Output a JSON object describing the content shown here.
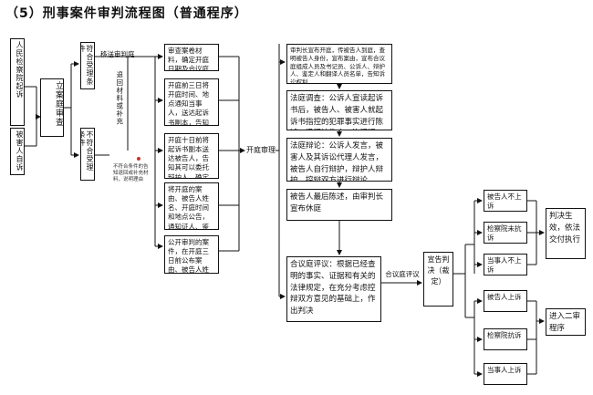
{
  "title": "（5）刑事案件审判流程图（普通程序）",
  "left": {
    "victim": "人民检察院起诉",
    "private": "被害人自诉",
    "case_filing": "立案庭审查"
  },
  "branch": {
    "accept": "符合受理条件",
    "reject": "不符合受理条件",
    "accept_note": "移送审判庭",
    "reject_note": "退回材料或补充",
    "small_note": "不符合条件的告知退回或补充材料，说明理由"
  },
  "pre": {
    "box1": "审查案卷材料，确定开庭日期及合议庭组成人员",
    "box2": "开庭前三日将开庭时间、地点通知当事人，送达起诉书副本，告知辩护权利",
    "box3": "开庭十日前将起诉书副本送达被告人，告知其可以委托辩护人，确定合议庭成员",
    "box4": "将开庭的案由、被告人姓名、开庭时间和地点公告，通知证人、鉴定人出庭",
    "box5": "公开审判的案件，在开庭三日前公布案由、被告人姓名、开庭时间和地点"
  },
  "court": "开庭审理",
  "main": {
    "announce": "审判长宣布开庭，传被告人到庭，查明被告人身份，宣布案由，宣布合议庭组成人员及书记员、公诉人、辩护人、鉴定人和翻译人员名单，告知诉讼权利",
    "investigation": "法庭调查：公诉人宣读起诉书后，被告人、被害人就起诉书指控的犯罪事实进行陈述，讯问被告人，询问证人、鉴定人，出示证据",
    "debate": "法庭辩论：公诉人发言，被害人及其诉讼代理人发言，被告人自行辩护，辩护人辩护，控辩双方进行辩论",
    "final_statement": "被告人最后陈述，由审判长宣布休庭",
    "deliberation": "合议庭评议：根据已经查明的事实、证据和有关的法律规定，在充分考虑控辩双方意见的基础上，作出判决"
  },
  "mid": {
    "collegial": "合议庭评议",
    "verdict": "宣告判决（裁定）"
  },
  "right_upper": {
    "b1": "被告人不上诉",
    "b2": "检察院未抗诉",
    "b3": "当事人不上诉",
    "result": "判决生效，依法交付执行"
  },
  "right_lower": {
    "b1": "被告人上诉",
    "b2": "检察院抗诉",
    "b3": "当事人上诉",
    "result": "进入二审程序"
  }
}
